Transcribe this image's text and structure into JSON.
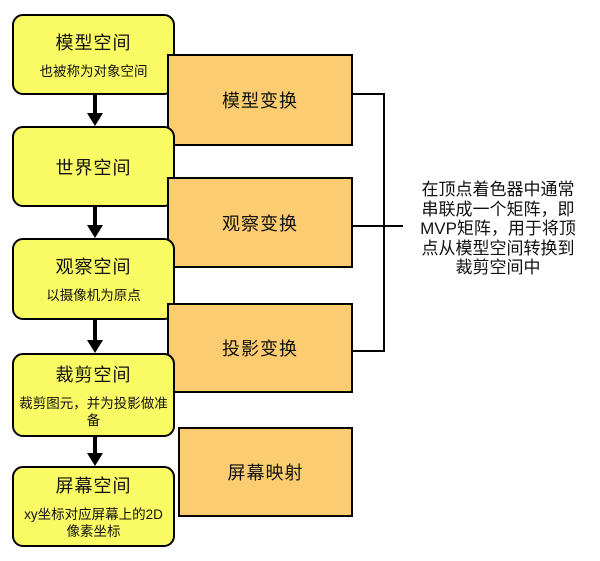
{
  "diagram": {
    "spaces": [
      {
        "title": "模型空间",
        "subtitle": "也被称为对象空间"
      },
      {
        "title": "世界空间"
      },
      {
        "title": "观察空间",
        "subtitle": "以摄像机为原点"
      },
      {
        "title": "裁剪空间",
        "subtitle": "裁剪图元，并为投影做准备"
      },
      {
        "title": "屏幕空间",
        "subtitle": "xy坐标对应屏幕上的2D像素坐标"
      }
    ],
    "transforms": [
      {
        "label": "模型变换"
      },
      {
        "label": "观察变换"
      },
      {
        "label": "投影变换"
      },
      {
        "label": "屏幕映射"
      }
    ],
    "annotation": {
      "full_text": "在顶点着色器中通常串联成一个矩阵，即MVP矩阵，用于将顶点从模型空间转换到裁剪空间中",
      "lines": [
        "在顶点着色器中通常",
        "串联成一个矩阵，即",
        "MVP矩阵，用于将顶",
        "点从模型空间转换到",
        "裁剪空间中"
      ]
    },
    "colors": {
      "space_fill": "#FAFA64",
      "transform_fill": "#FBCC70",
      "line": "#000000",
      "text": "#111111"
    }
  }
}
